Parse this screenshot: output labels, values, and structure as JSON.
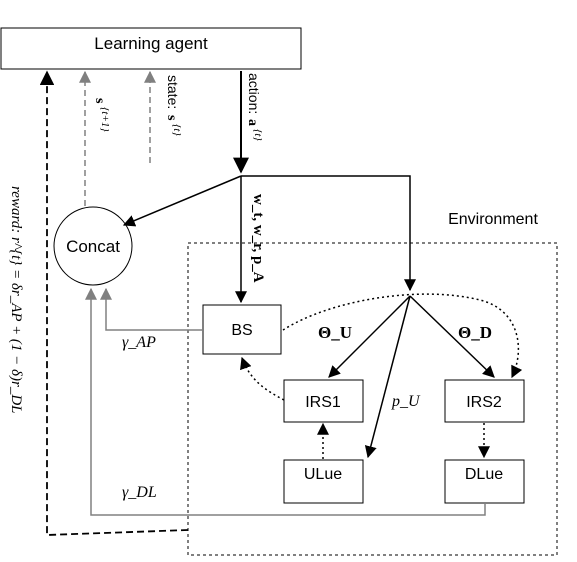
{
  "nodes": {
    "learning_agent": "Learning agent",
    "concat": "Concat",
    "environment": "Environment",
    "bs": "BS",
    "irs1": "IRS1",
    "irs2": "IRS2",
    "ulue": "ULue",
    "dlue": "DLue"
  },
  "labels": {
    "state_next_bold": "s",
    "state_next_sup": "{t+1}",
    "state_prefix": "state: ",
    "state_bold": "s",
    "state_sup": "{t}",
    "action_prefix": "action: ",
    "action_bold": "a",
    "action_sup": "{t}",
    "bs_params": "w_t, w_r, p_A",
    "reward": "reward: r^{t} = δr_AP + (1 − δ)r_DL",
    "gamma_ap": "γ_AP",
    "gamma_dl": "γ_DL",
    "theta_u": "Θ_U",
    "theta_d": "Θ_D",
    "p_u": "p_U"
  },
  "colors": {
    "black": "#000000",
    "gray": "#808080"
  }
}
